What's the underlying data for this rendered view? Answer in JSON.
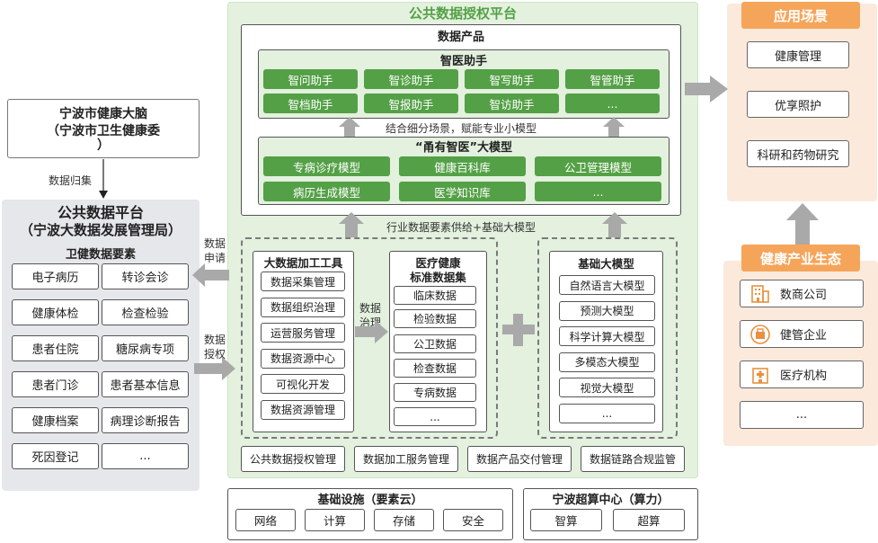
{
  "left": {
    "brain_title": "宁波市健康大脑",
    "brain_subtitle": "（宁波市卫生健康委",
    "brain_subtitle2": "）",
    "arrow_label": "数据归集",
    "platform_title": "公共数据平台",
    "platform_subtitle": "（宁波大数据发展管理局）",
    "elements_title": "卫健数据要素",
    "items": [
      "电子病历",
      "转诊会诊",
      "健康体检",
      "检查检验",
      "患者住院",
      "糖尿病专项",
      "患者门诊",
      "患者基本信息",
      "健康档案",
      "病理诊断报告",
      "死因登记",
      "..."
    ]
  },
  "flows": {
    "apply_1": "数据",
    "apply_2": "申请",
    "auth_1": "数据",
    "auth_2": "授权",
    "govern_1": "数据",
    "govern_2": "治理"
  },
  "center": {
    "platform_title": "公共数据授权平台",
    "product_title": "数据产品",
    "assistant_title": "智医助手",
    "assistants": [
      "智问助手",
      "智诊助手",
      "智写助手",
      "智管助手",
      "智档助手",
      "智报助手",
      "智访助手",
      "..."
    ],
    "scene_caption": "结合细分场景，赋能专业小模型",
    "model_title": "“甬有智医”大模型",
    "models": [
      "专病诊疗模型",
      "健康百科库",
      "公卫管理模型",
      "病历生成模型",
      "医学知识库",
      "..."
    ],
    "supply_caption": "行业数据要素供给+基础大模型",
    "tools_title": "大数据加工工具",
    "tools": [
      "数据采集管理",
      "数据组织治理",
      "运营服务管理",
      "数据资源中心",
      "可视化开发",
      "数据资源管理"
    ],
    "dataset_title_1": "医疗健康",
    "dataset_title_2": "标准数据集",
    "datasets": [
      "临床数据",
      "检验数据",
      "公卫数据",
      "检查数据",
      "专病数据",
      "..."
    ],
    "base_title": "基础大模型",
    "base_models": [
      "自然语言大模型",
      "预测大模型",
      "科学计算大模型",
      "多模态大模型",
      "视觉大模型",
      "..."
    ],
    "mgmt": [
      "公共数据授权管理",
      "数据加工服务管理",
      "数据产品交付管理",
      "数据链路合规监管"
    ]
  },
  "bottom": {
    "infra_title": "基础设施（要素云）",
    "infra": [
      "网络",
      "计算",
      "存储",
      "安全"
    ],
    "super_title": "宁波超算中心（算力）",
    "super": [
      "智算",
      "超算"
    ]
  },
  "right": {
    "scene_title": "应用场景",
    "scenes": [
      "健康管理",
      "优享照护",
      "科研和药物研究"
    ],
    "eco_title": "健康产业生态",
    "eco": [
      {
        "label": "数商公司",
        "icon": "building-icon"
      },
      {
        "label": "健管企业",
        "icon": "health-badge-icon"
      },
      {
        "label": "医疗机构",
        "icon": "hospital-icon"
      },
      {
        "label": "...",
        "icon": ""
      }
    ]
  },
  "colors": {
    "green": "#54a046",
    "green_bg": "#e3f1de",
    "orange": "#f5a55a",
    "peach_bg": "#fbe9dc",
    "gray_bg": "#e6e7ea",
    "arrow": "#a9a9a9"
  }
}
